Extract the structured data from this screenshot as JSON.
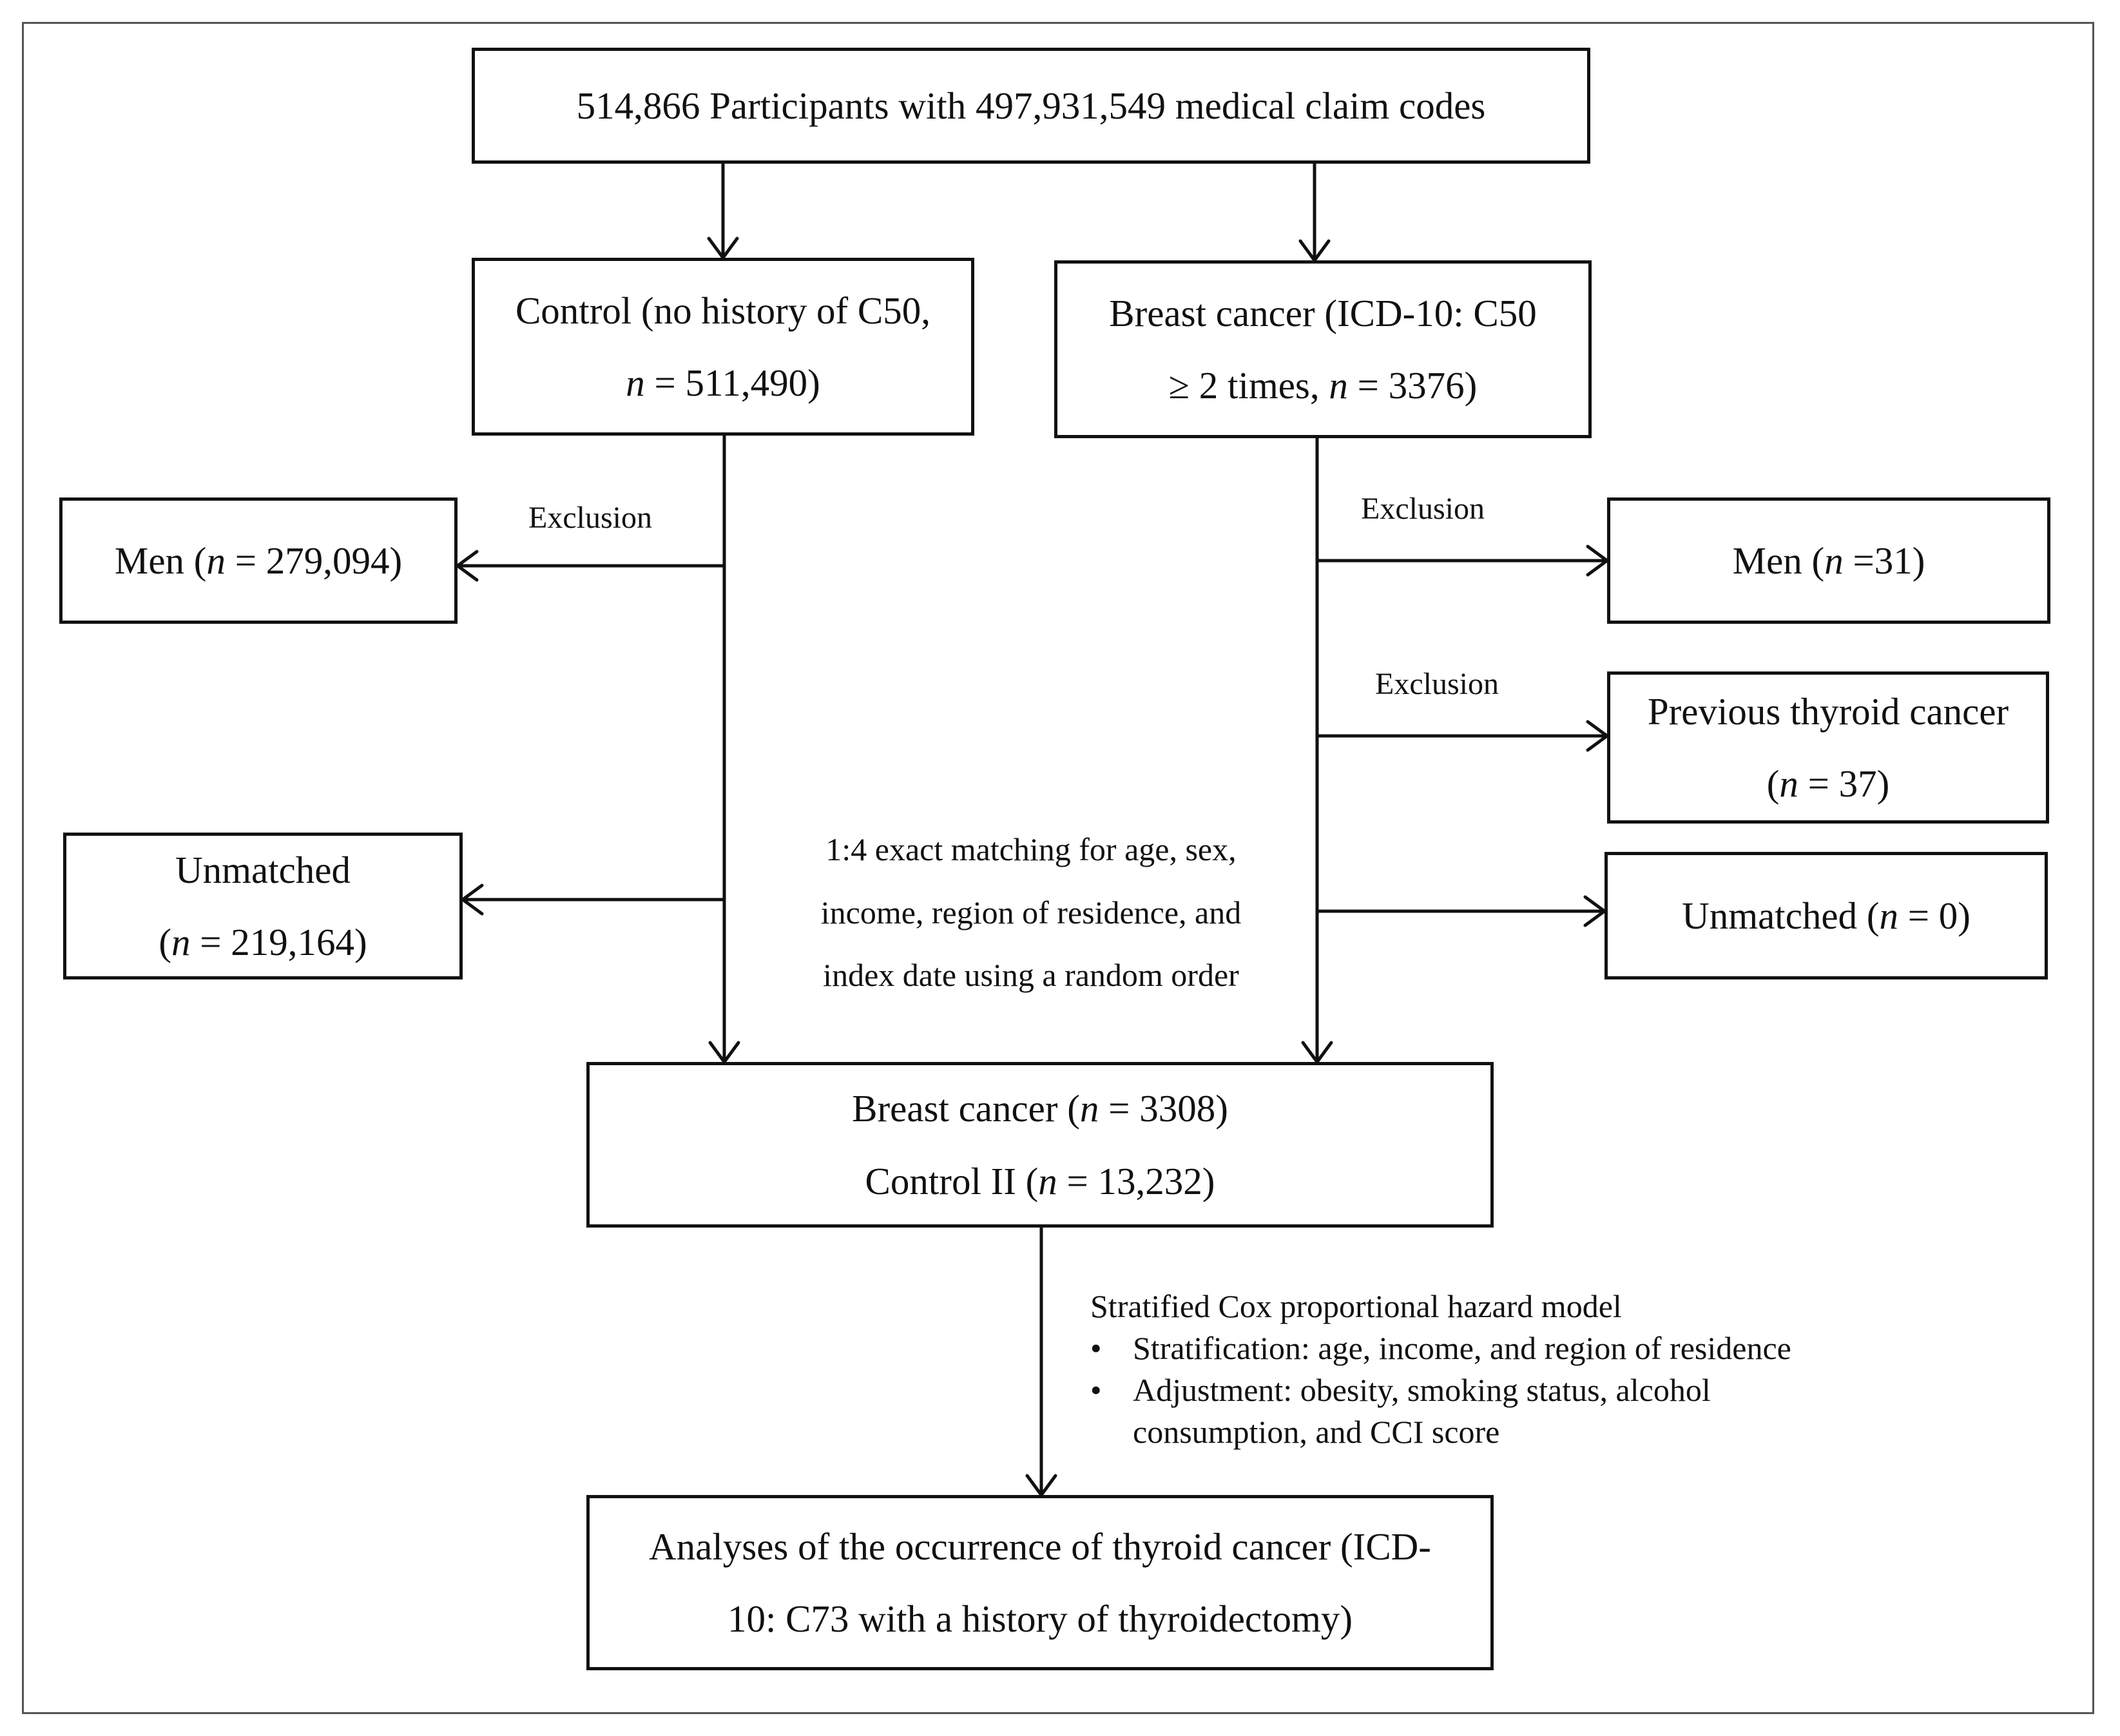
{
  "boxes": {
    "participants": {
      "line1": "514,866 Participants with  497,931,549 medical claim codes"
    },
    "control": {
      "line1": "Control (no history of C50,",
      "line2_n": "n",
      "line2_rest": " = 511,490)"
    },
    "breast_cancer": {
      "line1": "Breast cancer (ICD-10: C50",
      "line2_pre": "≥ 2 times, ",
      "line2_n": "n",
      "line2_rest": " = 3376)"
    },
    "men_control": {
      "pre": "Men (",
      "n": "n",
      "rest": " = 279,094)"
    },
    "men_cancer": {
      "pre": "Men (",
      "n": "n",
      "rest": " =31)"
    },
    "prev_thyroid": {
      "line1": "Previous thyroid cancer",
      "line2_pre": "(",
      "line2_n": "n",
      "line2_rest": " = 37)"
    },
    "unmatched_control": {
      "line1": "Unmatched",
      "line2_pre": "(",
      "line2_n": "n",
      "line2_rest": " = 219,164)"
    },
    "unmatched_cancer": {
      "pre": "Unmatched (",
      "n": "n",
      "rest": " = 0)"
    },
    "matched": {
      "line1_pre": "Breast cancer  (",
      "line1_n": "n",
      "line1_rest": " = 3308)",
      "line2_pre": "Control II (",
      "line2_n": "n",
      "line2_rest": " = 13,232)"
    },
    "analyses": {
      "line1": "Analyses of the occurrence of thyroid cancer (ICD-",
      "line2": "10: C73 with a history of thyroidectomy)"
    }
  },
  "labels": {
    "exclusion_left": "Exclusion",
    "exclusion_right_1": "Exclusion",
    "exclusion_right_2": "Exclusion"
  },
  "matching": {
    "line1": "1:4 exact matching for age, sex,",
    "line2": "income, region of residence, and",
    "line3": "index date using a random order"
  },
  "cox": {
    "title": "Stratified Cox proportional hazard model",
    "bullet": "•",
    "item1": "Stratification: age, income, and region of residence",
    "item2_line1": "Adjustment: obesity, smoking status, alcohol",
    "item2_line2": "consumption, and CCI score"
  }
}
